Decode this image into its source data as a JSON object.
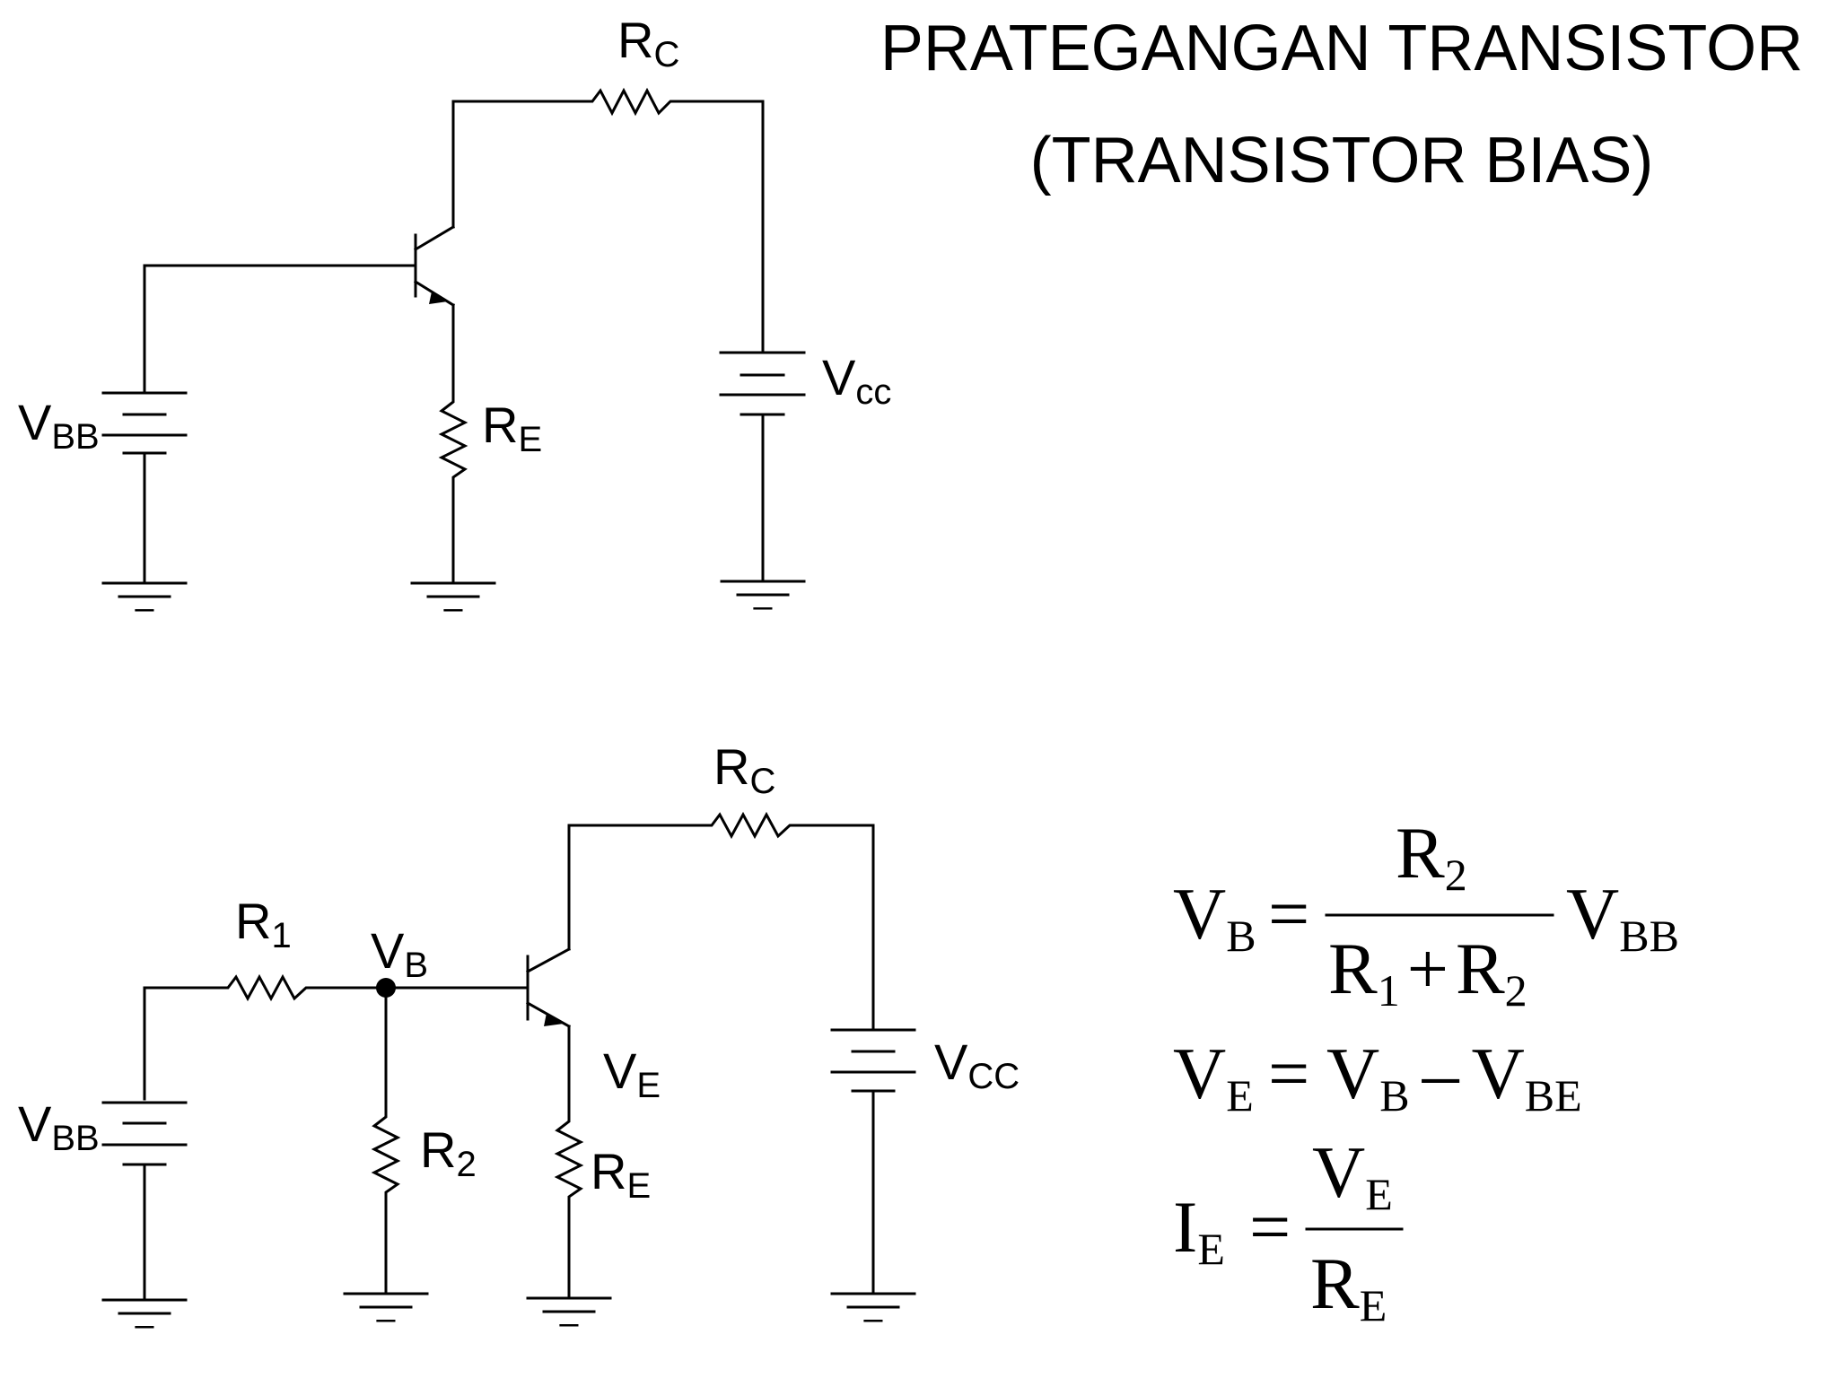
{
  "title": {
    "line1": "PRATEGANGAN TRANSISTOR",
    "line2": "(TRANSISTOR BIAS)"
  },
  "circuit1": {
    "rc": {
      "main": "R",
      "sub": "C"
    },
    "re": {
      "main": "R",
      "sub": "E"
    },
    "vbb": {
      "main": "V",
      "sub": "BB"
    },
    "vcc": {
      "main": "V",
      "sub": "cc"
    },
    "ground_mark": "–"
  },
  "circuit2": {
    "rc": {
      "main": "R",
      "sub": "C"
    },
    "r1": {
      "main": "R",
      "sub": "1"
    },
    "r2": {
      "main": "R",
      "sub": "2"
    },
    "re": {
      "main": "R",
      "sub": "E"
    },
    "vb": {
      "main": "V",
      "sub": "B"
    },
    "ve": {
      "main": "V",
      "sub": "E"
    },
    "vbb": {
      "main": "V",
      "sub": "BB"
    },
    "vcc": {
      "main": "V",
      "sub": "CC"
    },
    "ground_mark": "–"
  },
  "equations": {
    "eq1": {
      "lhs": "V",
      "lhs_sub": "B",
      "equals": "=",
      "num": "R",
      "num_sub": "2",
      "den_a": "R",
      "den_a_sub": "1",
      "den_plus": "+",
      "den_b": "R",
      "den_b_sub": "2",
      "tail": "V",
      "tail_sub": "BB"
    },
    "eq2": {
      "lhs": "V",
      "lhs_sub": "E",
      "equals": "=",
      "a": "V",
      "a_sub": "B",
      "minus": "–",
      "b": "V",
      "b_sub": "BE"
    },
    "eq3": {
      "lhs": "I",
      "lhs_sub": "E",
      "equals": "=",
      "num": "V",
      "num_sub": "E",
      "den": "R",
      "den_sub": "E"
    }
  }
}
